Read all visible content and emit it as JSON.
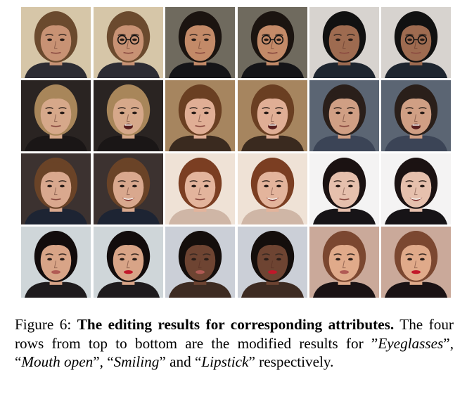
{
  "figure": {
    "caption": {
      "label": "Figure 6:",
      "bold_lead": "The editing results for corresponding attributes.",
      "text_1": " The four rows from top to bottom are the modified results for ",
      "attr_1_q_open": "”",
      "attr_1": "Eyeglasses",
      "attr_1_q_close": "”",
      "sep_1": ", “",
      "attr_2": "Mouth open",
      "sep_2": "”, “",
      "attr_3": "Smiling",
      "sep_3": "” and “",
      "attr_4": "Lipstick",
      "text_end": "” respectively."
    },
    "rows": [
      {
        "attribute": "Eyeglasses",
        "pairs": [
          {
            "bg": "#d6c6a8",
            "skin": "#c89274",
            "hair": "#6b4a2e",
            "shirt": "#2d2c33",
            "glasses": true
          },
          {
            "bg": "#6f6a5e",
            "skin": "#c38a68",
            "hair": "#1b1410",
            "shirt": "#151518",
            "glasses": true
          },
          {
            "bg": "#d7d3cf",
            "skin": "#9e6b50",
            "hair": "#111111",
            "shirt": "#1e2630",
            "glasses": true
          }
        ]
      },
      {
        "attribute": "Mouth open",
        "pairs": [
          {
            "bg": "#2a2422",
            "skin": "#d6a88a",
            "hair": "#a8865a",
            "shirt": "#1a1616",
            "mouth": true
          },
          {
            "bg": "#a6855f",
            "skin": "#e0ae95",
            "hair": "#6a3f22",
            "shirt": "#3a2a1f",
            "mouth": true
          },
          {
            "bg": "#5b6573",
            "skin": "#d09f84",
            "hair": "#2a1f1a",
            "shirt": "#3b4456",
            "mouth": true
          }
        ]
      },
      {
        "attribute": "Smiling",
        "pairs": [
          {
            "bg": "#3c3230",
            "skin": "#d9a88e",
            "hair": "#6a4327",
            "shirt": "#1d2433",
            "smile": true
          },
          {
            "bg": "#efe2d6",
            "skin": "#e3b49c",
            "hair": "#7b3e22",
            "shirt": "#cfb6a6",
            "smile": true
          },
          {
            "bg": "#f4f3f3",
            "skin": "#e6c0ad",
            "hair": "#1b1212",
            "shirt": "#171417",
            "smile": true
          }
        ]
      },
      {
        "attribute": "Lipstick",
        "pairs": [
          {
            "bg": "#cfd6d9",
            "skin": "#d8a487",
            "hair": "#120c0c",
            "shirt": "#1e1b1d",
            "lips": true
          },
          {
            "bg": "#cbcfd7",
            "skin": "#6e4432",
            "hair": "#140e0c",
            "shirt": "#3d2b22",
            "lips": true
          },
          {
            "bg": "#caa99a",
            "skin": "#e0aa8a",
            "hair": "#7b4730",
            "shirt": "#1a1214",
            "lips": true
          }
        ]
      }
    ]
  }
}
